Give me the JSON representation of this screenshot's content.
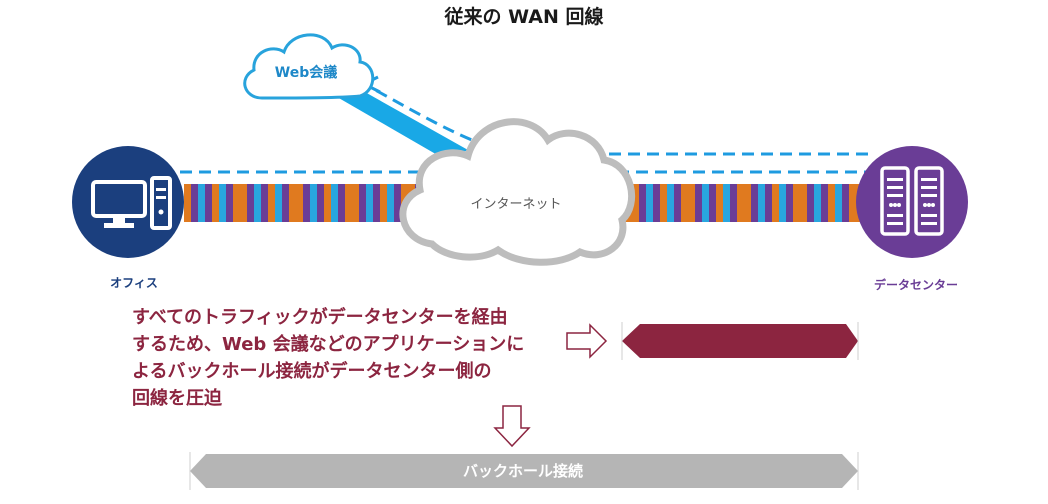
{
  "title": "従来の WAN 回線",
  "cloud_web_conference": "Web会議",
  "cloud_internet": "インターネット",
  "office_label": "オフィス",
  "datacenter_label": "データセンター",
  "explanation_lines": [
    "すべてのトラフィックがデータセンターを経由",
    "するため、Web 会議などのアプリケーションに",
    "よるバックホール接続がデータセンター側の",
    "回線を圧迫"
  ],
  "backhaul_label": "バックホール接続",
  "icons": {
    "office": "desktop-computer-icon",
    "datacenter": "server-rack-icon"
  },
  "colors": {
    "office_circle": "#1b3f7e",
    "datacenter_circle": "#6a3d96",
    "cloud_blue_outline": "#28a3dc",
    "cloud_gray_outline": "#bdbdbd",
    "dash_line": "#1e9be0",
    "blue_path": "#19a8e6",
    "stripe_orange": "#e07a1f",
    "stripe_purple": "#6a3d96",
    "stripe_blue": "#29a6df",
    "crimson_bar": "#8c2540",
    "gray_bar": "#b5b5b5",
    "text_crimson": "#8c2540"
  }
}
